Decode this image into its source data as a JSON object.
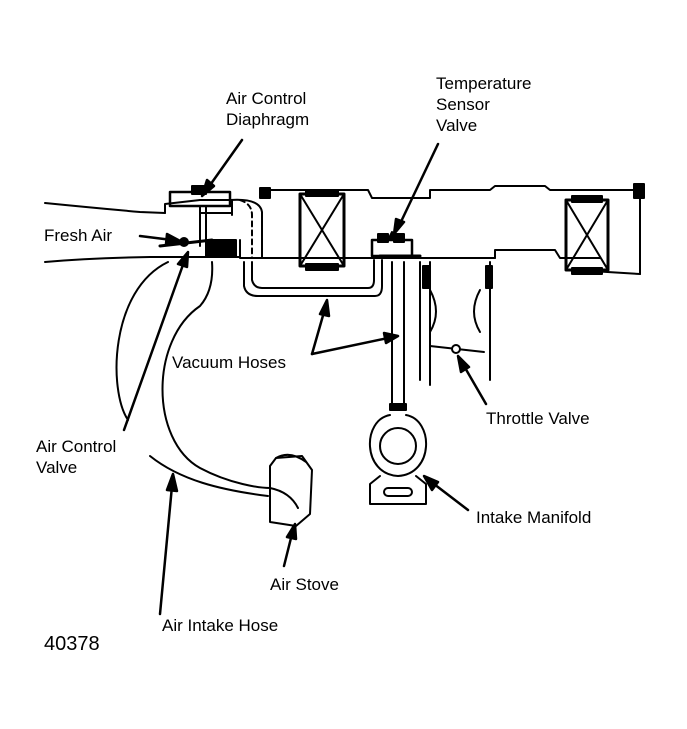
{
  "labels": {
    "air_control_diaphragm": [
      "Air Control",
      "Diaphragm"
    ],
    "temperature_sensor_valve": [
      "Temperature",
      "Sensor",
      "Valve"
    ],
    "fresh_air": "Fresh Air",
    "vacuum_hoses": "Vacuum Hoses",
    "throttle_valve": "Throttle Valve",
    "air_control_valve": [
      "Air Control",
      "Valve"
    ],
    "intake_manifold": "Intake Manifold",
    "air_stove": "Air Stove",
    "air_intake_hose": "Air Intake Hose",
    "figure_number": "40378"
  },
  "colors": {
    "ink": "#000000",
    "paper": "#ffffff"
  }
}
